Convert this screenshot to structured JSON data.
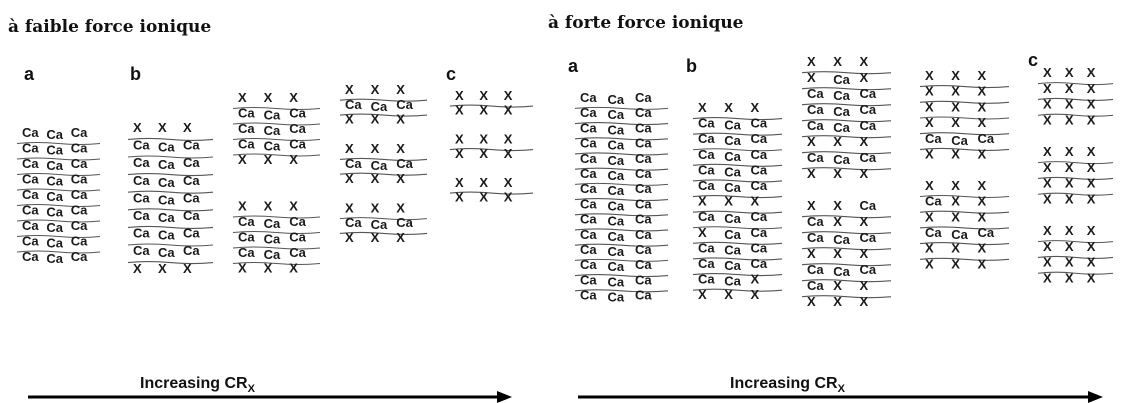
{
  "left": {
    "heading": "à faible force ionique",
    "panel_labels": [
      "a",
      "b",
      "c"
    ],
    "axis_label": "Increasing CR",
    "axis_subscript": "X"
  },
  "right": {
    "heading": "à forte force ionique",
    "panel_labels": [
      "a",
      "b",
      "c"
    ],
    "axis_label": "Increasing CR",
    "axis_subscript": "X"
  },
  "tokens": {
    "calcium": "Ca",
    "exchanger": "X"
  },
  "stacks": {
    "left": [
      [
        "CCC",
        "CCC",
        "CCC",
        "CCC",
        "CCC",
        "CCC",
        "CCC",
        "CCC",
        "CCC"
      ],
      [
        "XXX",
        "CCC",
        "CCC",
        "CCC",
        "CCC",
        "CCC",
        "CCC",
        "CCC",
        "XXX"
      ],
      [
        "XXX",
        "CCC",
        "CCC",
        "CCC",
        "XXX",
        null,
        null,
        "XXX",
        "CCC",
        "CCC",
        "CCC",
        "XXX"
      ],
      [
        "XXX",
        "CCC",
        "XXX",
        null,
        "XXX",
        "CCC",
        "XXX",
        null,
        "XXX",
        "CCC",
        "XXX"
      ],
      [
        "XXX",
        "XXX",
        null,
        "XXX",
        "XXX",
        null,
        "XXX",
        "XXX"
      ]
    ],
    "right": [
      [
        "CCC",
        "CCC",
        "CCC",
        "CCC",
        "CCC",
        "CCC",
        "CCC",
        "CCC",
        "CCC",
        "CCC",
        "CCC",
        "CCC",
        "CCC",
        "CCC"
      ],
      [
        "XXX",
        "CCC",
        "CCC",
        "CCC",
        "CCC",
        "CCC",
        "XXX",
        "CCC",
        "XCC",
        "CCC",
        "CCC",
        "CCX",
        "XXX"
      ],
      [
        "XXX",
        "XCX",
        "CCC",
        "CCC",
        "CCC",
        "XXX",
        "CCC",
        "XXX",
        null,
        "XXC",
        "CXX",
        "CCC",
        "XXX",
        "CCC",
        "CXX",
        "XXX"
      ],
      [
        "XXX",
        "XXX",
        "XXX",
        "XXX",
        "CCC",
        "XXX",
        null,
        "XXX",
        "CXX",
        "XXX",
        "CCC",
        "XXX",
        "XXX"
      ],
      [
        "XXX",
        "XXX",
        "XXX",
        "XXX",
        null,
        "XXX",
        "XXX",
        "XXX",
        "XXX",
        null,
        "XXX",
        "XXX",
        "XXX",
        "XXX"
      ]
    ]
  }
}
